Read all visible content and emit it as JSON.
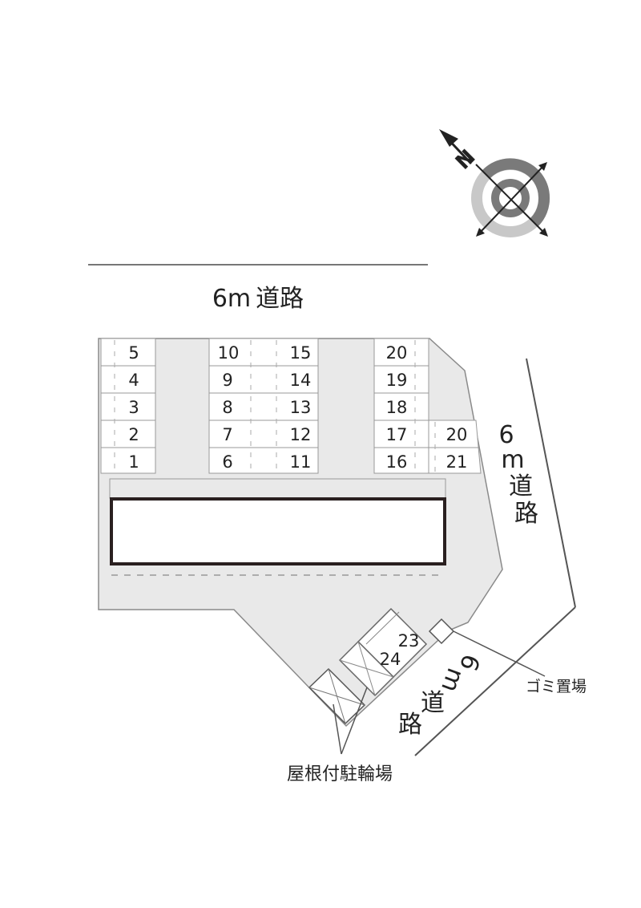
{
  "roads": {
    "top": {
      "prefix": "6m",
      "name": "道路"
    },
    "right": {
      "prefix": "6",
      "unit": "m",
      "char1": "道",
      "char2": "路"
    },
    "bottom": {
      "prefix": "6",
      "unit": "m",
      "char1": "道",
      "char2": "路"
    }
  },
  "compass": {
    "north_label": "N",
    "direction": "north-west"
  },
  "parking": {
    "slots": [
      "1",
      "2",
      "3",
      "4",
      "5",
      "6",
      "7",
      "8",
      "9",
      "10",
      "11",
      "12",
      "13",
      "14",
      "15",
      "16",
      "17",
      "18",
      "19",
      "20",
      "21",
      "20"
    ],
    "bike_slots": [
      "23",
      "24"
    ]
  },
  "labels": {
    "garbage": "ゴミ置場",
    "bicycle_parking": "屋根付駐輪場"
  },
  "colors": {
    "lot_fill": "#e9e9e9",
    "building_outline": "#2a2020",
    "line": "#555555"
  }
}
